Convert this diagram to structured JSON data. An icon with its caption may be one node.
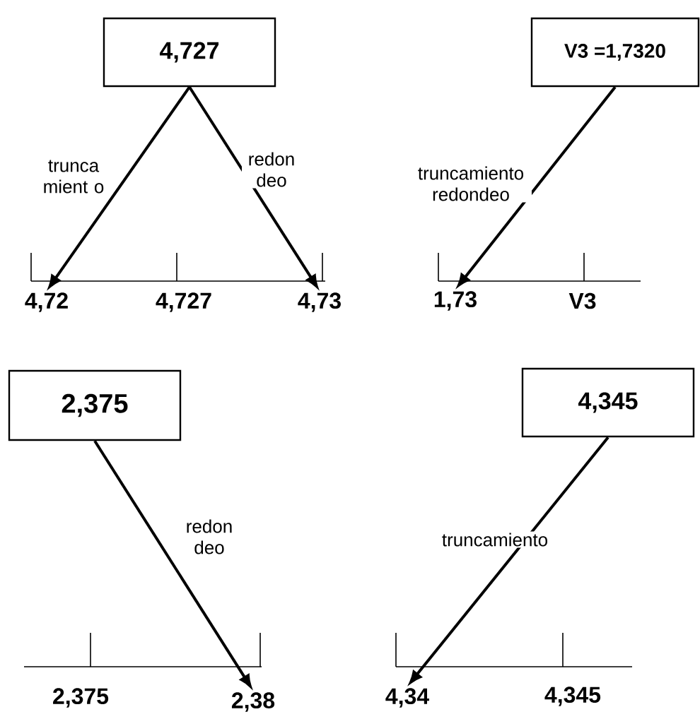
{
  "diagram": {
    "nodes": [
      {
        "text": [
          "4,727"
        ]
      },
      {
        "text": [
          "V3 =1,7320"
        ]
      },
      {
        "text": [
          "2,375"
        ]
      },
      {
        "text": [
          "4,345"
        ]
      },
      {
        "text": [
          "4,72"
        ]
      },
      {
        "text": [
          "4,73"
        ]
      },
      {
        "text": [
          "1,73"
        ]
      },
      {
        "text": [
          "2,38"
        ]
      },
      {
        "text": [
          "4,34"
        ]
      }
    ],
    "edges": [
      {
        "from": 0,
        "to": 4,
        "arrow": "to",
        "label": "trunca mient o"
      },
      {
        "from": 0,
        "to": 5,
        "arrow": "to",
        "label": "redon deo"
      },
      {
        "from": 1,
        "to": 6,
        "arrow": "to",
        "label": "truncamiento redondeo"
      },
      {
        "from": 2,
        "to": 7,
        "arrow": "to",
        "label": "redon deo"
      },
      {
        "from": 3,
        "to": 8,
        "arrow": "to",
        "label": "truncamiento"
      }
    ],
    "labels": [
      "4,727",
      "V3",
      "2,375",
      "4,345"
    ]
  }
}
